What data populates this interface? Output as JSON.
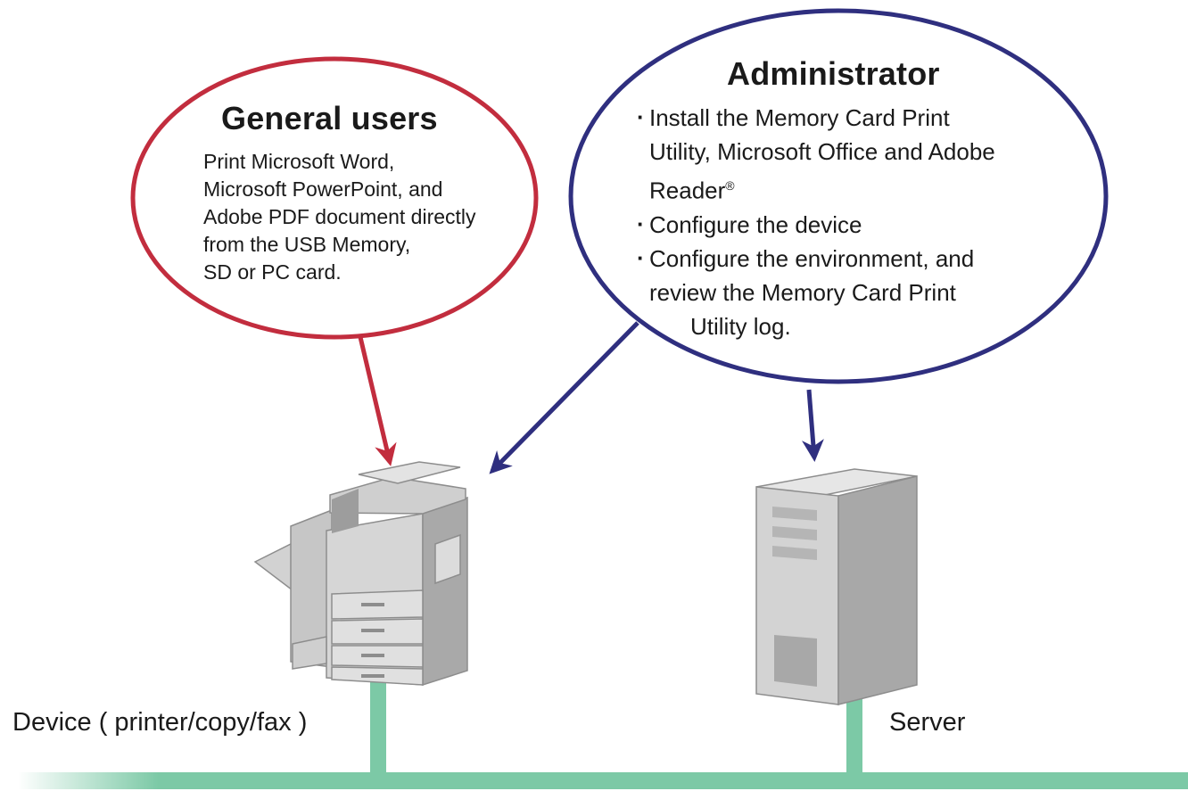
{
  "general_users": {
    "title": "General users",
    "lines": [
      "Print Microsoft Word,",
      "Microsoft PowerPoint, and",
      "Adobe PDF document directly",
      "from the USB Memory,",
      "SD or PC card."
    ]
  },
  "administrator": {
    "title": "Administrator",
    "bullets": [
      {
        "lines": [
          "Install the Memory Card Print",
          "Utility, Microsoft Office and Adobe",
          "Reader"
        ],
        "sup": "®"
      },
      {
        "lines": [
          "Configure the device"
        ]
      },
      {
        "lines": [
          "Configure the environment, and",
          "review the Memory Card Print",
          "Utility log."
        ]
      }
    ]
  },
  "device": {
    "label": "Device ( printer/copy/fax )"
  },
  "server": {
    "label": "Server"
  },
  "colors": {
    "general_users_outline": "#c22d3e",
    "administrator_outline": "#2f2f7f",
    "network_line": "#7cc9a6",
    "equipment_gray": "#b9b9b9"
  }
}
